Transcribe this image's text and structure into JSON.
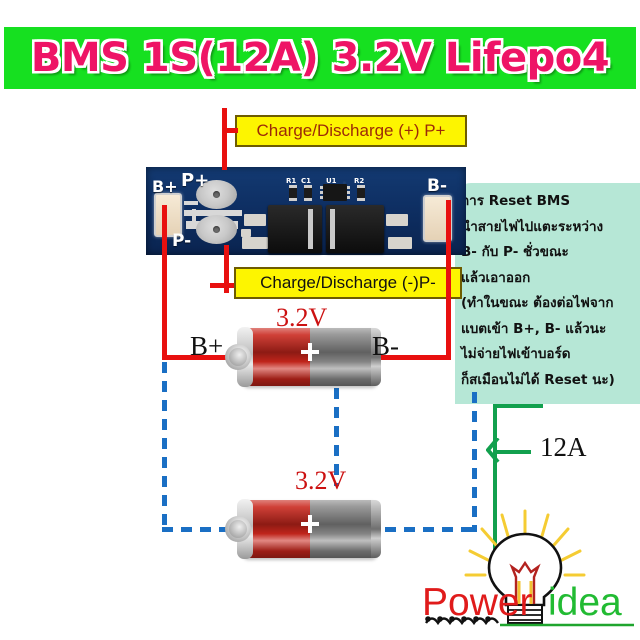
{
  "banner": {
    "title": "BMS 1S(12A) 3.2V Lifepo4",
    "bg_color": "#16e020",
    "text_color": "#ee1466"
  },
  "callouts": {
    "top": "Charge/Discharge (+) P+",
    "bottom": "Charge/Discharge (-)P-",
    "box_color": "#fdf500"
  },
  "pcb": {
    "silkscreen": {
      "b_plus": "B+",
      "p_plus": "P+",
      "p_minus": "P-",
      "b_minus": "B-"
    },
    "components": {
      "r1": "R1",
      "c1": "C1",
      "u1": "U1",
      "r2": "R2"
    },
    "board_color": "#0e2f63"
  },
  "info_panel": {
    "bg_color": "#b6e7d6",
    "lines": [
      "การ Reset BMS",
      "นำสายไฟไปแตะระหว่าง",
      " B- กับ P- ชั่วขณะ",
      "แล้วเอาออก",
      "(ทำในขณะ ต้องต่อไฟจาก",
      "แบตเข้า B+, B- แล้วนะ",
      "ไม่จ่ายไฟเข้าบอร์ด",
      "ก็สเมือนไม่ได้ Reset นะ)"
    ]
  },
  "labels": {
    "voltage_top": "3.2V",
    "voltage_bottom": "3.2V",
    "b_plus": "B+",
    "b_minus": "B-",
    "current": "12A"
  },
  "logo": {
    "word_power": "Power",
    "word_idea": "idea",
    "power_color": "#e01b1b",
    "idea_color": "#22bb33"
  },
  "wires": {
    "positive_color": "#e8100f",
    "series_color": "#1a6fc4",
    "output_color": "#12a04e"
  }
}
